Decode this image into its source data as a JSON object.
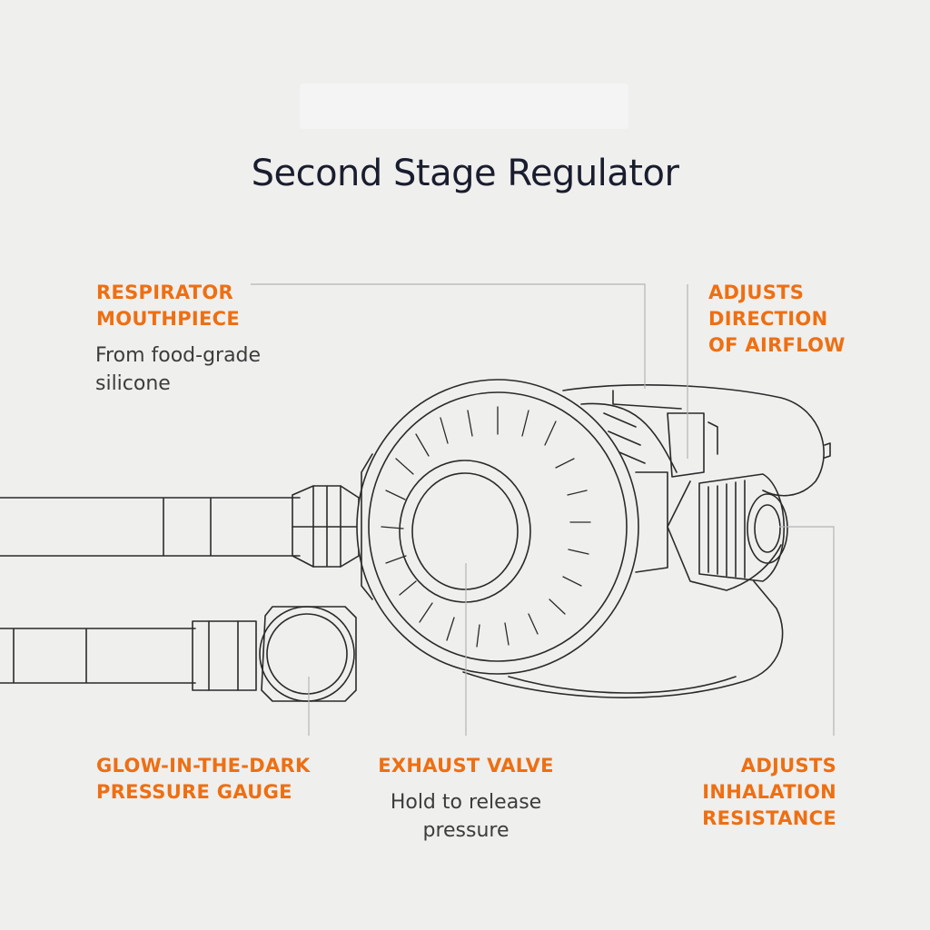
{
  "title": "Second Stage Regulator",
  "colors": {
    "accent": "#ee6f12",
    "title": "#1a1d2e",
    "background": "#efefee",
    "line": "#2a2a2a",
    "leader": "#b5b5b5"
  },
  "callouts": {
    "mouthpiece": {
      "label": "RESPIRATOR\nMOUTHPIECE",
      "description": "From food-grade\nsilicone"
    },
    "airflow": {
      "label": "ADJUSTS\nDIRECTION\nOF AIRFLOW"
    },
    "gauge": {
      "label": "GLOW-IN-THE-DARK\nPRESSURE GAUGE"
    },
    "exhaust": {
      "label": "EXHAUST VALVE",
      "description": "Hold to release\npressure"
    },
    "resistance": {
      "label": "ADJUSTS\nINHALATION\nRESISTANCE"
    }
  }
}
